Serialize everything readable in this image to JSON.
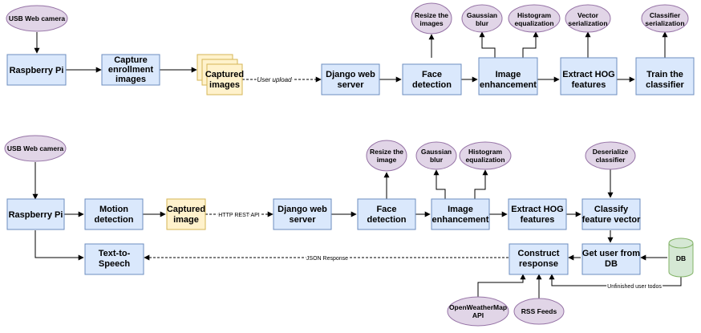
{
  "diagram_1": {
    "usb_camera": "USB Web camera",
    "raspberry_pi": "Raspberry Pi",
    "capture_enrollment": [
      "Capture",
      "enrollment",
      "images"
    ],
    "captured_images": [
      "Captured",
      "images"
    ],
    "user_upload": "User upload",
    "django_server": [
      "Django web",
      "server"
    ],
    "face_detection": [
      "Face",
      "detection"
    ],
    "resize_images": [
      "Resize the",
      "images"
    ],
    "image_enhancement": [
      "Image",
      "enhancement"
    ],
    "gaussian_blur": [
      "Gaussian",
      "blur"
    ],
    "histogram_eq": [
      "Histogram",
      "equalization"
    ],
    "extract_hog": [
      "Extract HOG",
      "features"
    ],
    "vector_serialization": [
      "Vector",
      "serialization"
    ],
    "train_classifier": [
      "Train the",
      "classifier"
    ],
    "classifier_serialization": [
      "Classifier",
      "serialization"
    ]
  },
  "diagram_2": {
    "usb_camera": "USB Web camera",
    "raspberry_pi": "Raspberry Pi",
    "motion_detection": [
      "Motion",
      "detection"
    ],
    "captured_image": [
      "Captured",
      "image"
    ],
    "http_rest": "HTTP REST API",
    "django_server": [
      "Django web",
      "server"
    ],
    "face_detection": [
      "Face",
      "detection"
    ],
    "resize_image": [
      "Resize the",
      "image"
    ],
    "image_enhancement": [
      "Image",
      "enhancement"
    ],
    "gaussian_blur": [
      "Gaussian",
      "blur"
    ],
    "histogram_eq": [
      "Histogram",
      "equalization"
    ],
    "extract_hog": [
      "Extract HOG",
      "features"
    ],
    "deserialize": [
      "Deserialize",
      "classifier"
    ],
    "classify": [
      "Classify",
      "feature vector"
    ],
    "get_user": [
      "Get user from",
      "DB"
    ],
    "db": "DB",
    "unfinished_todos": "Unfinished user todos",
    "construct_response": [
      "Construct",
      "response"
    ],
    "openweathermap": [
      "OpenWeatherMap",
      "API"
    ],
    "rss_feeds": "RSS Feeds",
    "json_response": "JSON Response",
    "text_to_speech": [
      "Text-to-",
      "Speech"
    ]
  },
  "colors": {
    "process_fill": "#dae8fc",
    "process_stroke": "#6c8ebf",
    "ellipse_fill": "#e1d5e7",
    "ellipse_stroke": "#9673a6",
    "image_fill": "#fff2cc",
    "image_stroke": "#d6b656",
    "db_fill": "#d5e8d4",
    "db_stroke": "#82b366"
  }
}
